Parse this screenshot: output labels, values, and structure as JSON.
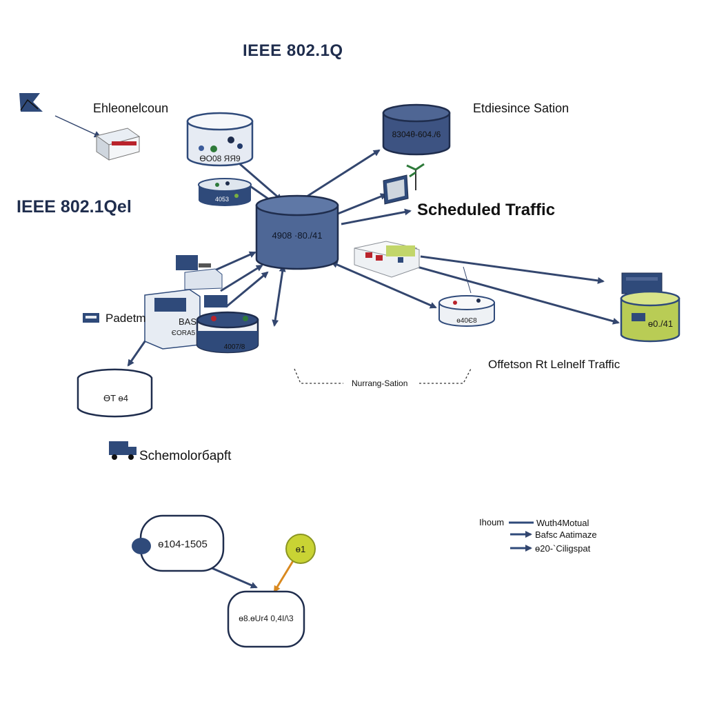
{
  "title": "IEEE 802.1Q",
  "left_title": "IEEE 802.1Qel",
  "labels": {
    "top_left": "Ehleonelcoun",
    "top_right": "Etdiesince Sation",
    "scheduled": "Scheduled Traffic",
    "packet": "Padetm",
    "offset": "Offetson Rt Lelnelf Traffic",
    "dashed": "Nurrang-Sation",
    "schemo": "Schemolorбapft"
  },
  "nodes": {
    "hub": "4908 ·80./41",
    "top_cyl": "ƟO08 ЯЯ9",
    "small_cyl": "4053",
    "tr_cyl": "8304θ-604./6",
    "rack": "BAS",
    "rack2": "ЄORA5",
    "cyl_mid": "4007/8",
    "right_small": "ɵ40Є8",
    "right_green": "ɵ0./41",
    "left_oval": "ƟT ɵ4",
    "bottom_oval": "ɵ104-1505",
    "bottom_rect": "ɵ8.ɵUr4 0,4I/\\3",
    "badge": "ɵ1"
  },
  "legend": [
    {
      "left": "Ihoum",
      "right": "Wuth4Motual"
    },
    {
      "left": "",
      "right": "Bafsc Aatimaze"
    },
    {
      "left": "",
      "right": "ɵ20-`Ciligspat"
    }
  ],
  "colors": {
    "navy": "#2f4a7a",
    "arrow": "#33466e",
    "green": "#b9cc55",
    "badge": "#c9d334"
  }
}
